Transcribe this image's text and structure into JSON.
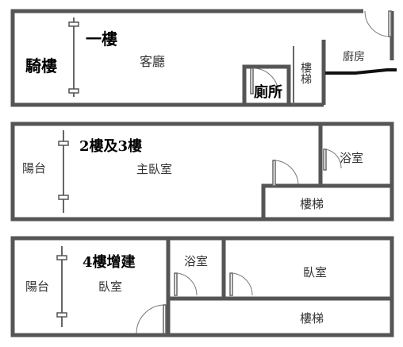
{
  "floor1": {
    "arcade": "騎樓",
    "floor_label": "一樓",
    "living_room": "客廳",
    "toilet": "廁所",
    "stairs": "樓梯",
    "kitchen": "廚房"
  },
  "floor23": {
    "balcony": "陽台",
    "floor_label": "2樓及3樓",
    "master_bedroom": "主臥室",
    "bathroom": "浴室",
    "stairs": "樓梯"
  },
  "floor4": {
    "balcony": "陽台",
    "floor_label": "4樓增建",
    "bedroom_left": "臥室",
    "bathroom": "浴室",
    "bedroom_right": "臥室",
    "stairs": "樓梯"
  }
}
